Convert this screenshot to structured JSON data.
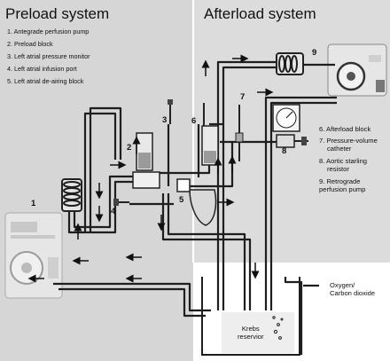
{
  "titles": {
    "preload": "Preload system",
    "afterload": "Afterload system"
  },
  "preload_legend": [
    "1. Antegrade perfusion pump",
    "2. Preload block",
    "3. Left atrial pressure monitor",
    "4. Left atrial infusion port",
    "5. Left atrial de-airing block"
  ],
  "afterload_legend": [
    {
      "l1": "6.  Afterload block",
      "l2": ""
    },
    {
      "l1": "7.  Pressure-volume",
      "l2": "catheter"
    },
    {
      "l1": "8.  Aortic starling",
      "l2": "resistor"
    },
    {
      "l1": "9. Retrograde",
      "l2": "perfusion pump"
    }
  ],
  "numbers": {
    "n1": "1",
    "n2": "2",
    "n3": "3",
    "n4": "4",
    "n5": "5",
    "n6": "6",
    "n7": "7",
    "n8": "8",
    "n9": "9"
  },
  "gas_label": {
    "l1": "Oxygen/",
    "l2": "Carbon dioxide"
  },
  "reservoir_label": {
    "l1": "Krebs",
    "l2": "reservior"
  },
  "colors": {
    "preload_bg": "#d6d6d6",
    "afterload_bg": "#dcdcdc",
    "tube": "#1e1e1e",
    "device": "#e6e6e6"
  }
}
